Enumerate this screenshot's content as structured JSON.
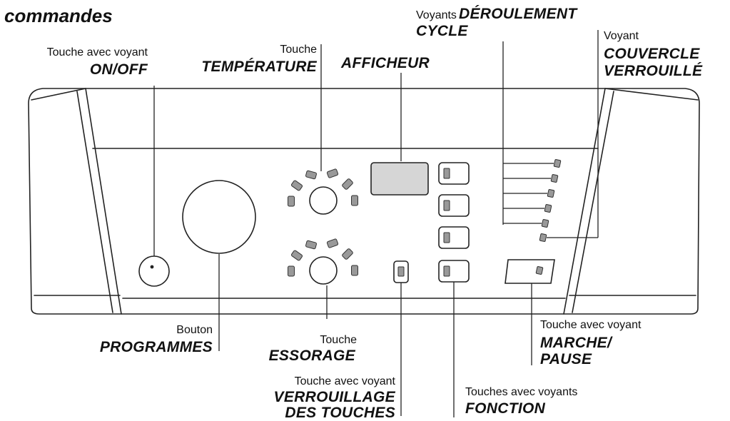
{
  "title": "commandes",
  "labels": {
    "onoff": {
      "small": "Touche avec voyant",
      "big": "ON/OFF"
    },
    "temperature": {
      "small": "Touche",
      "big": "TEMPÉRATURE"
    },
    "afficheur": {
      "big": "AFFICHEUR"
    },
    "deroulement": {
      "small": "Voyants",
      "big1": "DÉROULEMENT",
      "big2": "CYCLE"
    },
    "couvercle": {
      "small": "Voyant",
      "big1": "COUVERCLE",
      "big2": "VERROUILLÉ"
    },
    "programmes": {
      "small": "Bouton",
      "big": "PROGRAMMES"
    },
    "essorage": {
      "small": "Touche",
      "big": "ESSORAGE"
    },
    "verrouillage": {
      "small": "Touche avec voyant",
      "big1": "VERROUILLAGE",
      "big2": "DES TOUCHES"
    },
    "fonction": {
      "small": "Touches avec voyants",
      "big": "FONCTION"
    },
    "marche": {
      "small": "Touche avec voyant",
      "big1": "MARCHE/",
      "big2": "PAUSE"
    }
  }
}
